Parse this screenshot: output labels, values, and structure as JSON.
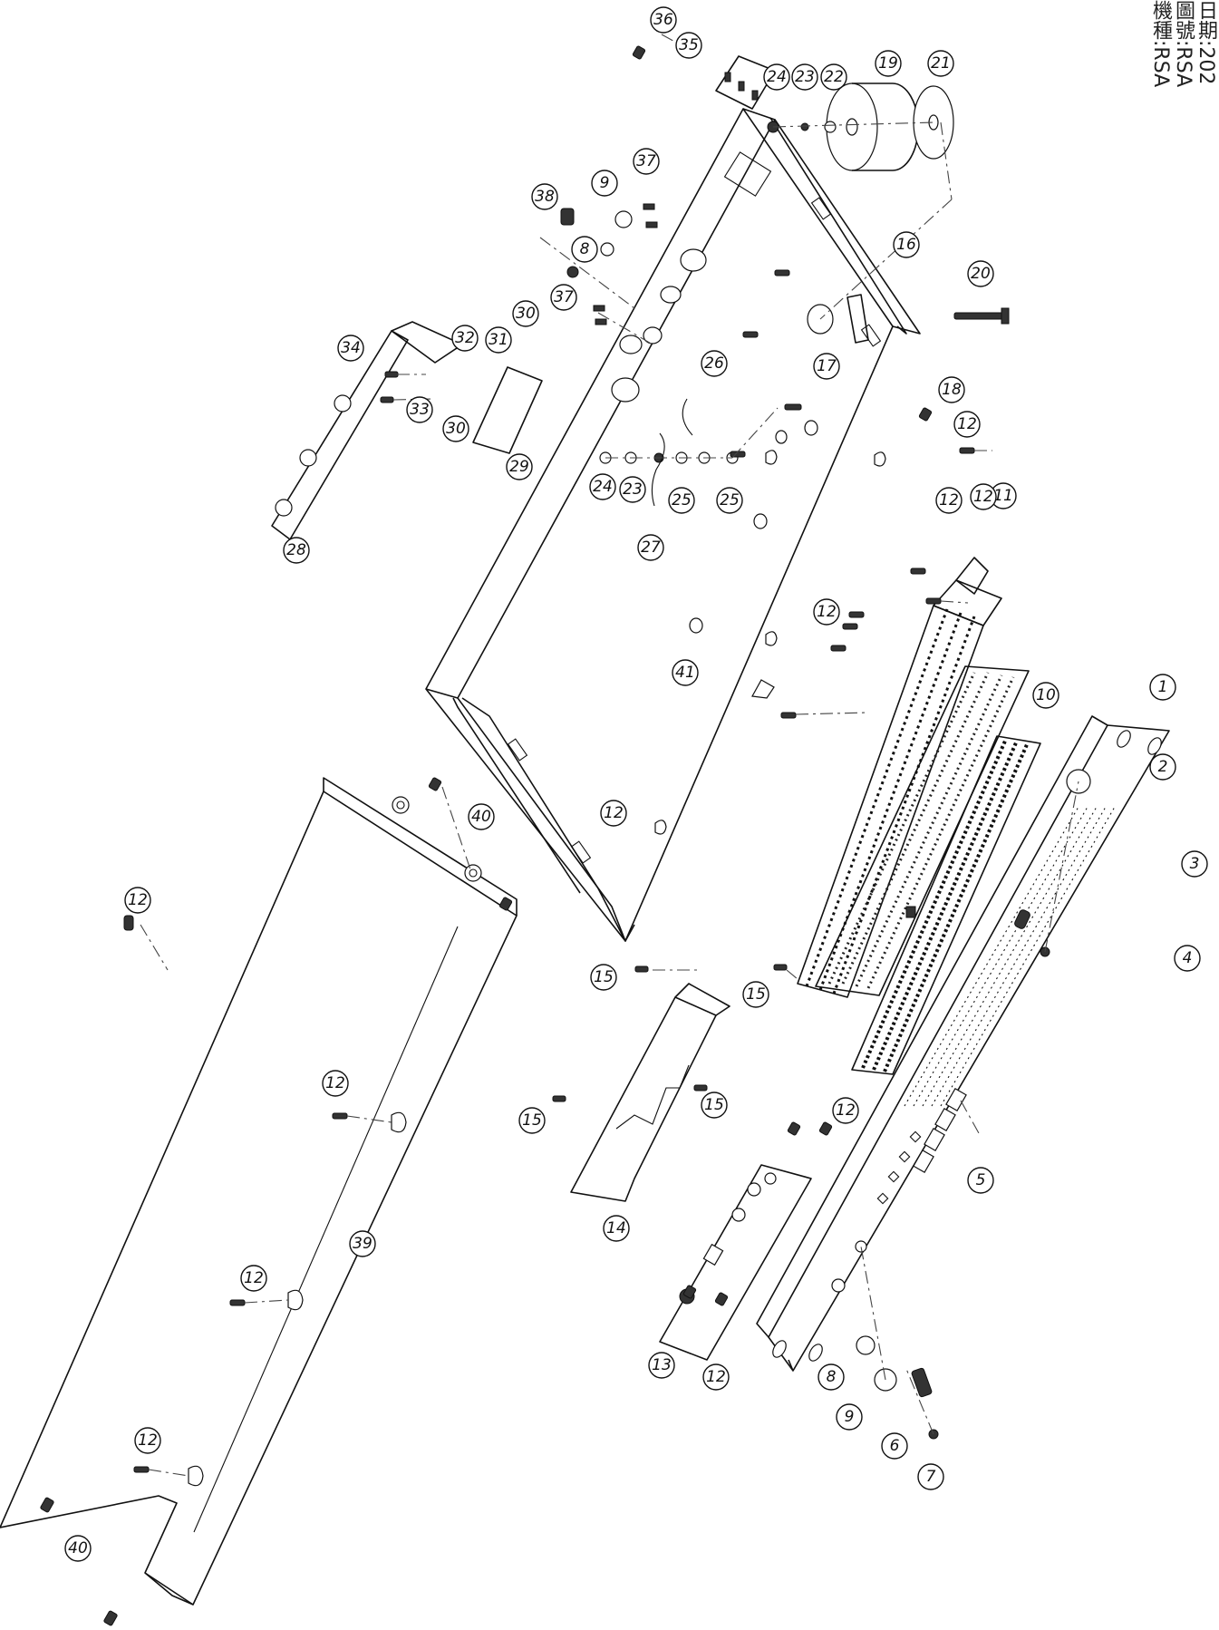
{
  "title_block": {
    "model_label": "機種:RSA",
    "drawing_label": "圖號:RSA",
    "date_label": "日期:202"
  },
  "part_numbers": [
    "1",
    "2",
    "3",
    "4",
    "5",
    "6",
    "7",
    "8",
    "9",
    "10",
    "11",
    "12",
    "13",
    "14",
    "15",
    "16",
    "17",
    "18",
    "19",
    "20",
    "21",
    "22",
    "23",
    "24",
    "25",
    "26",
    "27",
    "28",
    "29",
    "30",
    "31",
    "32",
    "33",
    "34",
    "35",
    "36",
    "37",
    "38",
    "39",
    "40",
    "41"
  ],
  "callouts": [
    {
      "id": "c1",
      "label": "1"
    },
    {
      "id": "c2",
      "label": "2"
    },
    {
      "id": "c3",
      "label": "3"
    },
    {
      "id": "c4",
      "label": "4"
    },
    {
      "id": "c5",
      "label": "5"
    },
    {
      "id": "c6",
      "label": "6"
    },
    {
      "id": "c7",
      "label": "7"
    },
    {
      "id": "c8a",
      "label": "8"
    },
    {
      "id": "c8b",
      "label": "8"
    },
    {
      "id": "c9a",
      "label": "9"
    },
    {
      "id": "c9b",
      "label": "9"
    },
    {
      "id": "c10",
      "label": "10"
    },
    {
      "id": "c11",
      "label": "11"
    },
    {
      "id": "c12a",
      "label": "12"
    },
    {
      "id": "c12b",
      "label": "12"
    },
    {
      "id": "c12c",
      "label": "12"
    },
    {
      "id": "c12d",
      "label": "12"
    },
    {
      "id": "c12e",
      "label": "12"
    },
    {
      "id": "c12f",
      "label": "12"
    },
    {
      "id": "c12g",
      "label": "12"
    },
    {
      "id": "c12h",
      "label": "12"
    },
    {
      "id": "c12i",
      "label": "12"
    },
    {
      "id": "c12j",
      "label": "12"
    },
    {
      "id": "c12k",
      "label": "12"
    },
    {
      "id": "c13",
      "label": "13"
    },
    {
      "id": "c14",
      "label": "14"
    },
    {
      "id": "c15a",
      "label": "15"
    },
    {
      "id": "c15b",
      "label": "15"
    },
    {
      "id": "c15c",
      "label": "15"
    },
    {
      "id": "c15d",
      "label": "15"
    },
    {
      "id": "c16",
      "label": "16"
    },
    {
      "id": "c17",
      "label": "17"
    },
    {
      "id": "c18",
      "label": "18"
    },
    {
      "id": "c19",
      "label": "19"
    },
    {
      "id": "c20",
      "label": "20"
    },
    {
      "id": "c21",
      "label": "21"
    },
    {
      "id": "c22",
      "label": "22"
    },
    {
      "id": "c23a",
      "label": "23"
    },
    {
      "id": "c23b",
      "label": "23"
    },
    {
      "id": "c24a",
      "label": "24"
    },
    {
      "id": "c24b",
      "label": "24"
    },
    {
      "id": "c25a",
      "label": "25"
    },
    {
      "id": "c25b",
      "label": "25"
    },
    {
      "id": "c26",
      "label": "26"
    },
    {
      "id": "c27",
      "label": "27"
    },
    {
      "id": "c28",
      "label": "28"
    },
    {
      "id": "c29",
      "label": "29"
    },
    {
      "id": "c30a",
      "label": "30"
    },
    {
      "id": "c30b",
      "label": "30"
    },
    {
      "id": "c31",
      "label": "31"
    },
    {
      "id": "c32",
      "label": "32"
    },
    {
      "id": "c33",
      "label": "33"
    },
    {
      "id": "c34",
      "label": "34"
    },
    {
      "id": "c35",
      "label": "35"
    },
    {
      "id": "c36",
      "label": "36"
    },
    {
      "id": "c37a",
      "label": "37"
    },
    {
      "id": "c37b",
      "label": "37"
    },
    {
      "id": "c38",
      "label": "38"
    },
    {
      "id": "c39",
      "label": "39"
    },
    {
      "id": "c40a",
      "label": "40"
    },
    {
      "id": "c40b",
      "label": "40"
    },
    {
      "id": "c41",
      "label": "41"
    }
  ]
}
